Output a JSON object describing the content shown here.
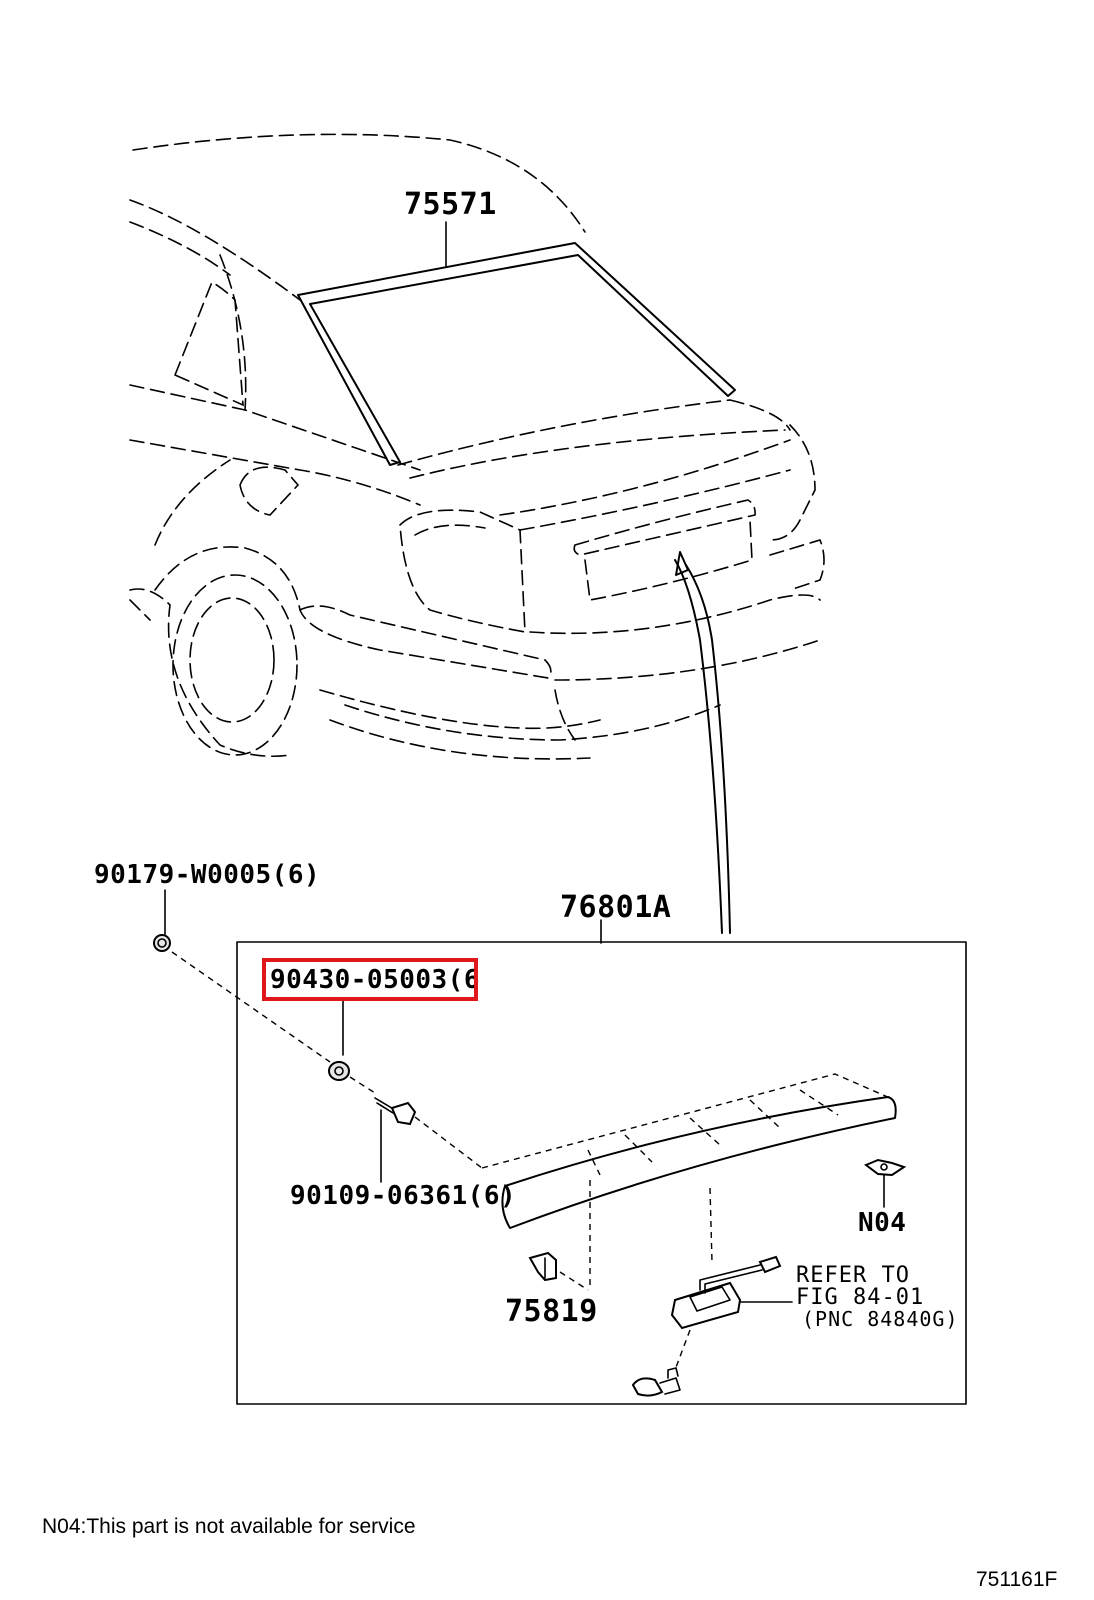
{
  "parts": {
    "p75571": "75571",
    "p76801A": "76801A",
    "p90179": "90179-W0005(6)",
    "p90430": "90430-05003(6",
    "p90109": "90109-06361(6)",
    "pN04": "N04",
    "p75819": "75819"
  },
  "reference": {
    "line1": "REFER TO",
    "line2": "FIG 84-01",
    "line3": "(PNC 84840G)"
  },
  "footer": {
    "note": "N04:This part is not available for service",
    "figure_id": "751161F"
  },
  "highlight": {
    "color": "#e0181b",
    "target": "90430-05003(6"
  }
}
